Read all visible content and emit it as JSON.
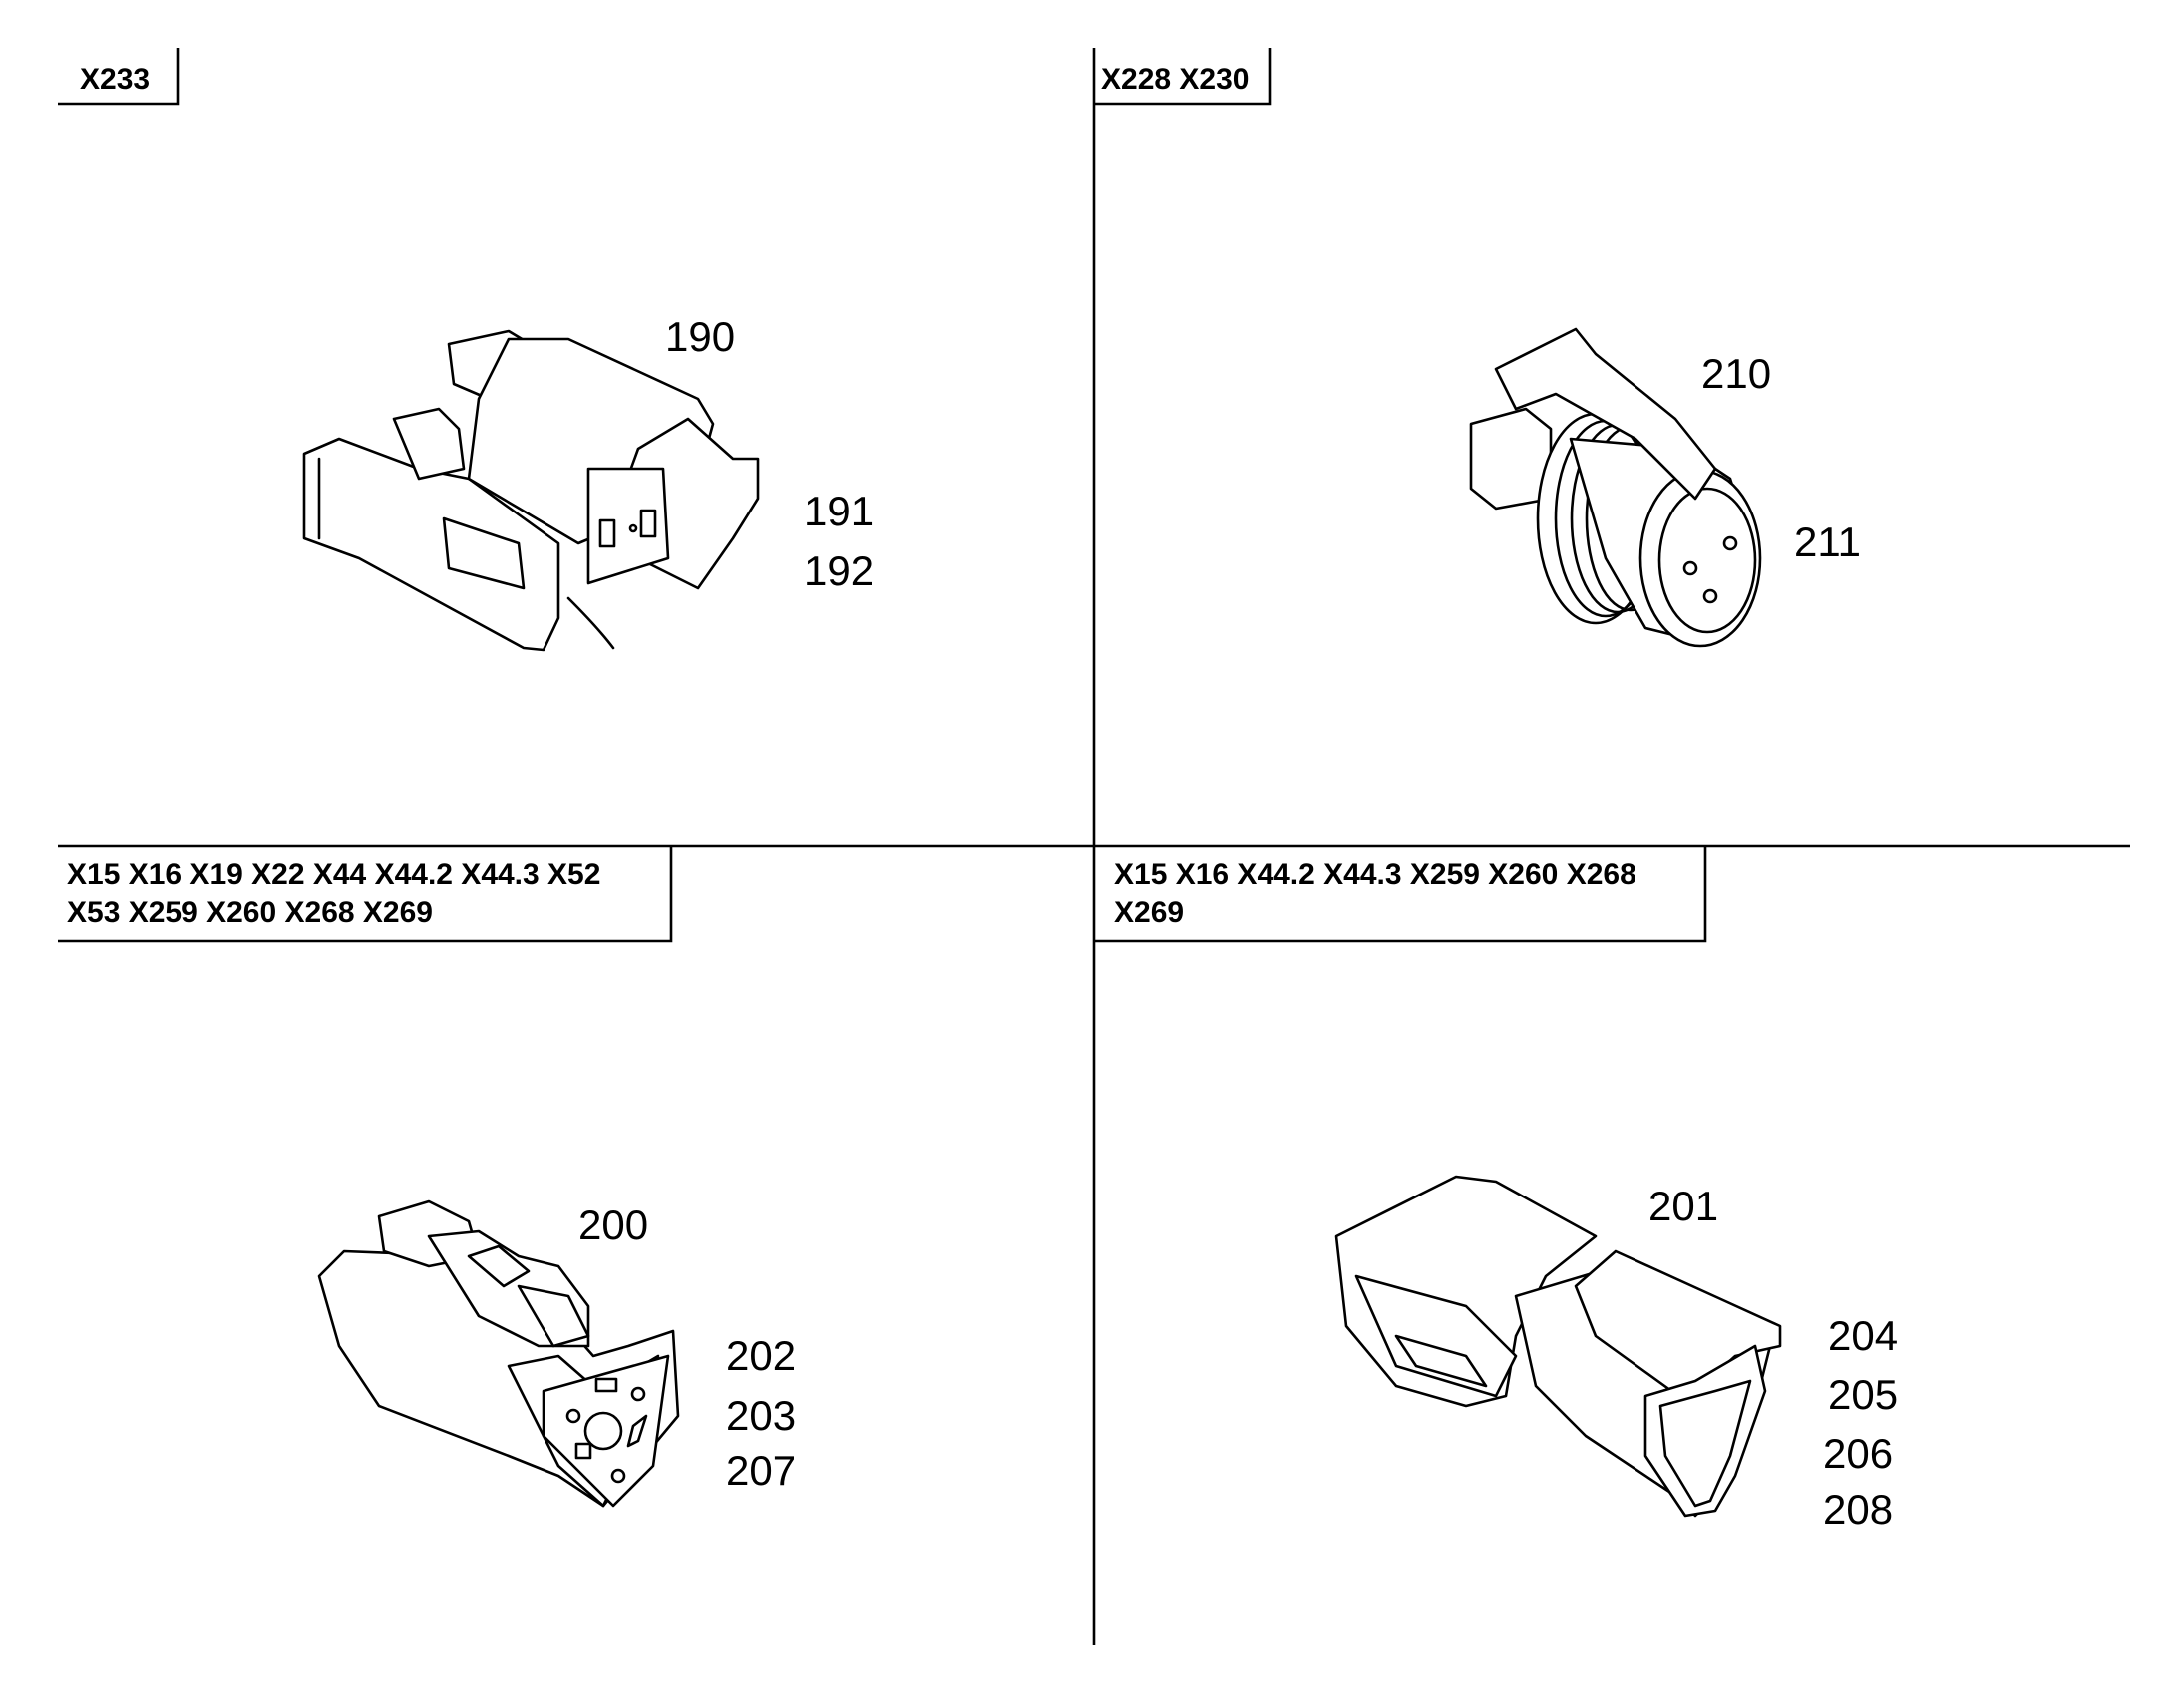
{
  "panels": [
    {
      "id": "top-left",
      "connector_tags": [
        "X233"
      ],
      "callouts": [
        "190",
        "191",
        "192"
      ]
    },
    {
      "id": "top-right",
      "connector_tags": [
        "X228 X230"
      ],
      "callouts": [
        "210",
        "211"
      ]
    },
    {
      "id": "bottom-left",
      "connector_tags": [
        "X15 X16 X19 X22 X44 X44.2 X44.3 X52",
        "X53 X259 X260 X268 X269"
      ],
      "callouts": [
        "200",
        "202",
        "203",
        "207"
      ]
    },
    {
      "id": "bottom-right",
      "connector_tags": [
        "X15 X16 X44.2 X44.3 X259 X260 X268",
        "X269"
      ],
      "callouts": [
        "201",
        "204",
        "205",
        "206",
        "208"
      ]
    }
  ]
}
